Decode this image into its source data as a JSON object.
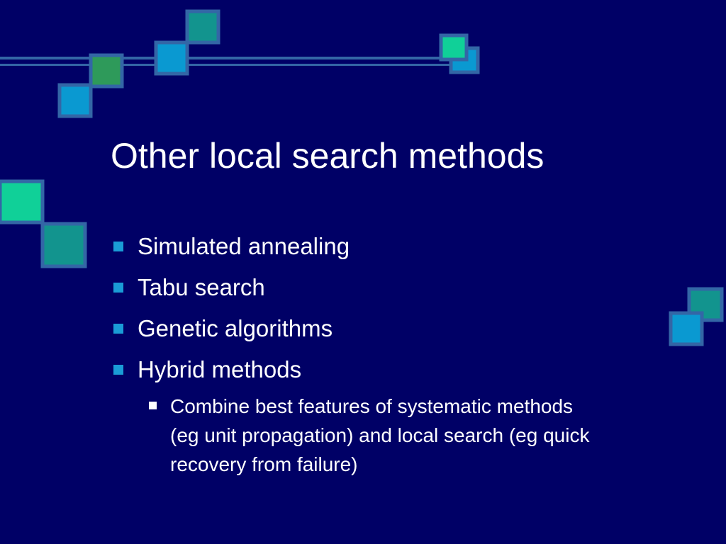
{
  "slide": {
    "title": "Other local search methods",
    "bullets": [
      {
        "text": "Simulated annealing"
      },
      {
        "text": "Tabu search"
      },
      {
        "text": "Genetic algorithms"
      },
      {
        "text": "Hybrid methods"
      }
    ],
    "sub_bullets": [
      {
        "text": "Combine best features of systematic methods (eg unit propagation) and local search (eg quick recovery from failure)"
      }
    ]
  },
  "colors": {
    "background": "#000066",
    "text": "#ffffff",
    "bullet_marker": "#1a9cd6",
    "sub_bullet_marker": "#ffffff",
    "square_border": "#3366a6",
    "square_teal": "#12948e",
    "square_blue": "#0a99d1",
    "square_green": "#2e9a5a",
    "square_mint": "#10d098"
  }
}
